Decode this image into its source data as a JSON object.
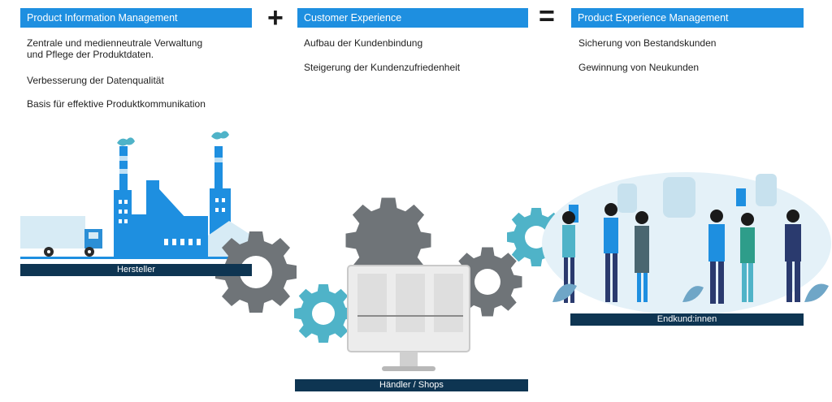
{
  "columns": [
    {
      "title": "Product Information Management",
      "points": [
        "Zentrale und medienneutrale Verwaltung\nund Pflege der Produktdaten.",
        "Verbesserung der Datenqualität",
        "Basis für effektive Produktkommunikation"
      ]
    },
    {
      "title": "Customer Experience",
      "points": [
        "Aufbau der Kundenbindung",
        "Steigerung der Kundenzufriedenheit"
      ]
    },
    {
      "title": "Product Experience Management",
      "points": [
        "Sicherung von Bestandskunden",
        "Gewinnung von Neukunden"
      ]
    }
  ],
  "operators": {
    "plus": "+",
    "equals": "="
  },
  "labels": {
    "manufacturer": "Hersteller",
    "retailers": "Händler / Shops",
    "customers": "Endkund:innen"
  },
  "colors": {
    "header_blue": "#1e8fe0",
    "label_navy": "#0e3552",
    "gear_gray": "#6f7478",
    "gear_teal": "#4fb3c8",
    "factory_blue": "#1e8fe0"
  }
}
